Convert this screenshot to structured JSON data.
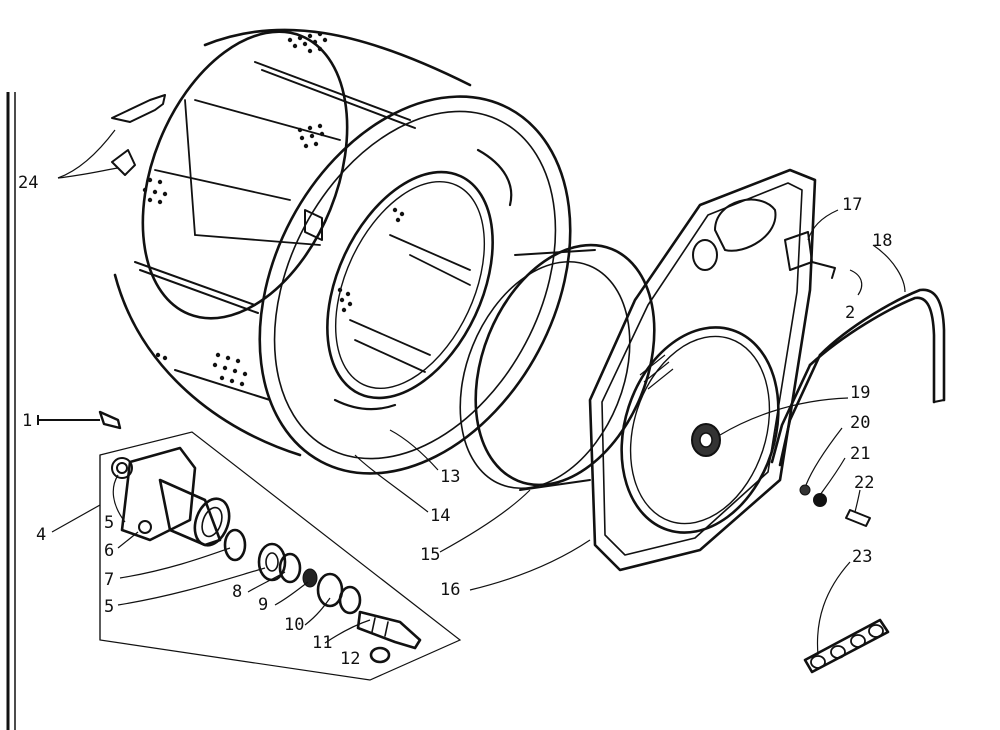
{
  "diagram": {
    "callouts": {
      "c1": "1",
      "c2": "2",
      "c4": "4",
      "c5a": "5",
      "c5b": "5",
      "c6": "6",
      "c7": "7",
      "c8": "8",
      "c9": "9",
      "c10": "10",
      "c11": "11",
      "c12": "12",
      "c13": "13",
      "c14": "14",
      "c15": "15",
      "c16": "16",
      "c17": "17",
      "c18": "18",
      "c19": "19",
      "c20": "20",
      "c21": "21",
      "c22": "22",
      "c23": "23",
      "c24": "24"
    }
  }
}
